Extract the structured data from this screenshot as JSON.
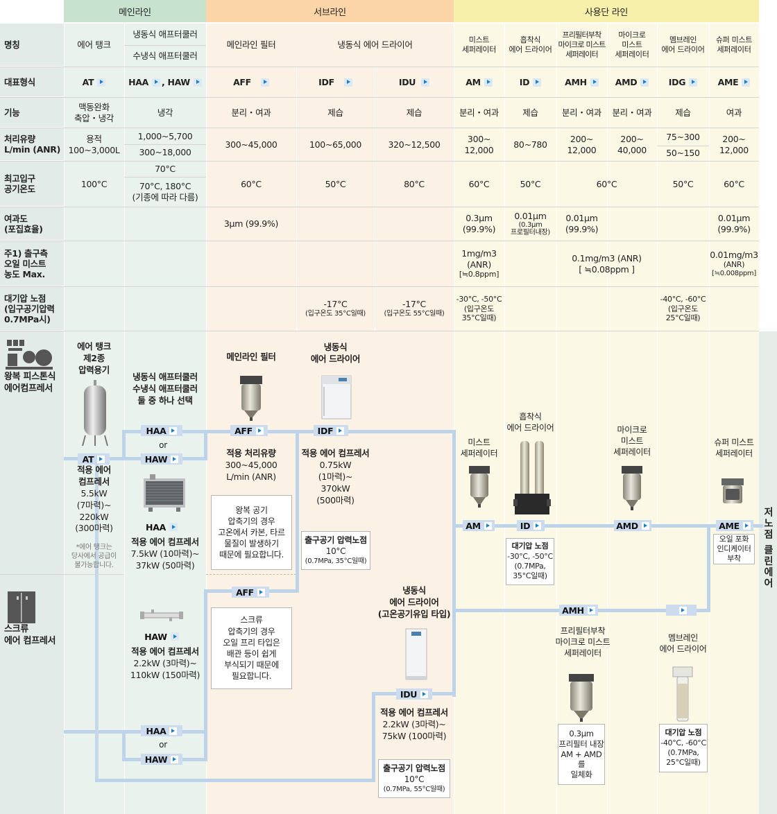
{
  "headers": {
    "main": "메인라인",
    "sub": "서브라인",
    "end": "사용단 라인"
  },
  "rows": {
    "name": "명칭",
    "model": "대표형식",
    "function": "기능",
    "flow": [
      "처리유량",
      "L/min (ANR)"
    ],
    "temp": [
      "최고입구",
      "공기온도"
    ],
    "filtration": [
      "여과도",
      "(포집효율)"
    ],
    "oil": [
      "주1) 출구측",
      "오일 미스트",
      "농도 Max."
    ],
    "dew": [
      "대기압 노점",
      "(입구공기압력",
      "0.7MPa시)"
    ]
  },
  "names": {
    "tank": "에어 탱크",
    "aftercooler1": "냉동식 애프터쿨러",
    "aftercooler2": "수냉식 애프터쿨러",
    "mainfilter": "메인라인 필터",
    "dryer": "냉동식 에어 드라이어",
    "am": [
      "미스트",
      "세퍼레이터"
    ],
    "id": [
      "흡착식",
      "에어 드라이어"
    ],
    "amh": [
      "프리필터부착",
      "마이크로 미스트",
      "세퍼레이터"
    ],
    "amd": [
      "마이크로",
      "미스트",
      "세퍼레이터"
    ],
    "idg": [
      "멤브레인",
      "에어 드라이어"
    ],
    "ame": [
      "슈퍼 미스트",
      "세퍼레이터"
    ]
  },
  "models": {
    "at": "AT",
    "haa": "HAA",
    "haw": "HAW",
    "comma": ",",
    "aff": "AFF",
    "idf": "IDF",
    "idu": "IDU",
    "am": "AM",
    "id": "ID",
    "amh": "AMH",
    "amd": "AMD",
    "idg": "IDG",
    "ame": "AME"
  },
  "functions": {
    "tank": [
      "맥동완화",
      "축압・냉각"
    ],
    "cool": "냉각",
    "sep": "분리・여과",
    "dehum": "제습",
    "filt": "여과"
  },
  "flows": {
    "tank": [
      "용적",
      "100~3,000L"
    ],
    "haa": "1,000~5,700",
    "haw": "300~18,000",
    "aff": "300~45,000",
    "idf": "100~65,000",
    "idu": "320~12,500",
    "am": [
      "300~",
      "12,000"
    ],
    "id": "80~780",
    "amh": [
      "200~",
      "12,000"
    ],
    "amd": [
      "200~",
      "40,000"
    ],
    "idg1": "75~300",
    "idg2": "50~150",
    "ame": [
      "200~",
      "12,000"
    ]
  },
  "temps": {
    "tank": "100°C",
    "cool1": "70°C",
    "cool2": [
      "70°C, 180°C",
      "(기종에 따라 다름)"
    ],
    "aff": "60°C",
    "idf": "50°C",
    "idu": "80°C",
    "am": "60°C",
    "id": "50°C",
    "amh_amd": "60°C",
    "idg": "50°C",
    "ame": "60°C"
  },
  "filtrations": {
    "aff": "3μm (99.9%)",
    "am": [
      "0.3μm",
      "(99.9%)"
    ],
    "id": [
      "0.01μm",
      "(0.3μm",
      "프로필터내장)"
    ],
    "amh": [
      "0.01μm",
      "(99.9%)"
    ],
    "ame": [
      "0.01μm",
      "(99.9%)"
    ]
  },
  "oils": {
    "am": [
      "1mg/m3",
      "(ANR)",
      "[≒0.8ppm]"
    ],
    "amh_amd": [
      "0.1mg/m3 (ANR)",
      "[ ≒0.08ppm ]"
    ],
    "ame": [
      "0.01mg/m3",
      "(ANR)",
      "[≒0.008ppm]"
    ]
  },
  "dews": {
    "idf": [
      "-17°C",
      "(입구온도 35°C일때)"
    ],
    "idu": [
      "-17°C",
      "(입구온도 55°C일때)"
    ],
    "am": [
      "-30°C, -50°C",
      "(입구온도",
      "35°C일때)"
    ],
    "idg": [
      "-40°C, -60°C",
      "(입구온도",
      "25°C일때)"
    ]
  },
  "diagram": {
    "piston": [
      "왕복 피스톤식",
      "에어컴프레서"
    ],
    "screw": [
      "스크류",
      "에어 컴프레서"
    ],
    "tank_title": [
      "에어 탱크",
      "제2종",
      "압력용기"
    ],
    "tank_comp": [
      "적용 에어",
      "컴프레서",
      "5.5kW",
      "(7마력)~",
      "220kW",
      "(300마력)"
    ],
    "tank_note": [
      "*에어 탱크는",
      "당사에서 공급이",
      "불가능합니다."
    ],
    "cool_title": [
      "냉동식 애프터쿨러",
      "수냉식 애프터쿨러",
      "둘 중 하나 선택"
    ],
    "or": "or",
    "haa_comp": [
      "적용 에어 컴프레서",
      "7.5kW (10마력)~",
      "37kW (50마력)"
    ],
    "haw_comp": [
      "적용 에어 컴프레서",
      "2.2kW (3마력)~",
      "110kW (150마력)"
    ],
    "aff_title": "메인라인 필터",
    "aff_flow": [
      "적용 처리유량",
      "300~45,000",
      "L/min (ANR)"
    ],
    "aff_note1": [
      "왕복 공기",
      "압축기의 경우",
      "고온에서 카본, 타르",
      "물질이 발생하기",
      "때문에 필요합니다."
    ],
    "aff_note2": [
      "스크류",
      "압축기의 경우",
      "오일 프리 타입은",
      "배관 등이 쉽게",
      "부식되기 때문에",
      "필요합니다."
    ],
    "idf_title": [
      "냉동식",
      "에어 드라이어"
    ],
    "idf_comp": [
      "적용 에어 컴프레서",
      "0.75kW",
      "(1마력)~",
      "370kW",
      "(500마력)"
    ],
    "idf_dew": [
      "출구공기 압력노점",
      "10°C",
      "(0.7MPa, 35°C일때)"
    ],
    "idu_title": [
      "냉동식",
      "에어 드라이어",
      "(고온공기유입 타입)"
    ],
    "idu_comp": [
      "적용 에어 컴프레서",
      "2.2kW (3마력)~",
      "75kW (100마력)"
    ],
    "idu_dew": [
      "출구공기 압력노점",
      "10°C",
      "(0.7MPa, 55°C일때)"
    ],
    "am_title": [
      "미스트",
      "세퍼레이터"
    ],
    "id_title": [
      "흡착식",
      "에어 드라이어"
    ],
    "id_dew": [
      "대기압 노점",
      "-30°C, -50°C",
      "(0.7MPa,",
      "35°C일때)"
    ],
    "amd_title": [
      "마이크로",
      "미스트",
      "세퍼레이터"
    ],
    "ame_title": [
      "슈퍼 미스트",
      "세퍼레이터"
    ],
    "ame_note": [
      "오일 포화",
      "인디케이터",
      "부착"
    ],
    "amh_title": [
      "프리필터부착",
      "마이크로 미스트",
      "세퍼레이터"
    ],
    "amh_note": [
      "0.3μm",
      "프리필터 내장",
      "AM + AMD를",
      "일체화"
    ],
    "idg_title": [
      "멤브레인",
      "에어 드라이어"
    ],
    "idg_dew": [
      "대기압 노점",
      "-40°C, -60°C",
      "(0.7MPa,",
      "25°C일때)"
    ],
    "clean": "저노점 클린에어"
  },
  "colors": {
    "main": "#e1ede6",
    "sub": "#fbe3c6",
    "end": "#faf4bc",
    "pipe": "#bcd3ea",
    "arrow": "#1a7fc4"
  }
}
